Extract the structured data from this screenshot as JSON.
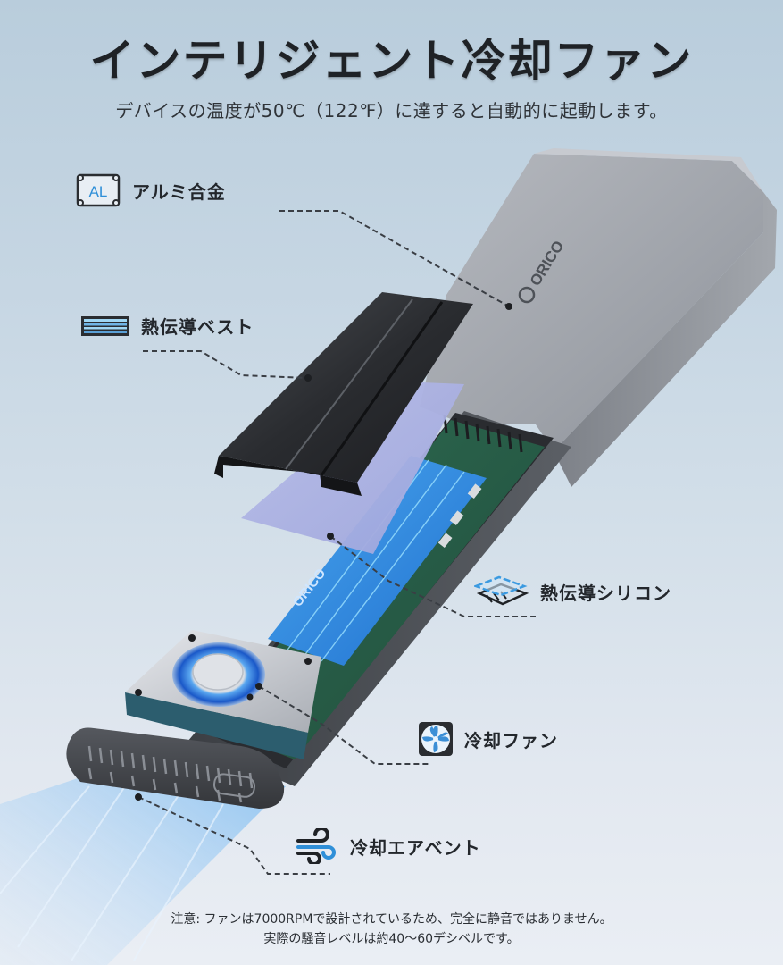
{
  "header": {
    "title": "インテリジェント冷却ファン",
    "subtitle": "デバイスの温度が50℃（122℉）に達すると自動的に起動します。"
  },
  "product": {
    "brand_logo": "ORICO",
    "pcb_label": "ORICO"
  },
  "callouts": [
    {
      "id": "aluminum",
      "label": "アルミ合金",
      "icon": "aluminum-al-icon",
      "icon_text": "AL"
    },
    {
      "id": "thermal-vest",
      "label": "熱伝導ベスト",
      "icon": "heat-sink-vest-icon"
    },
    {
      "id": "thermal-silicone",
      "label": "熱伝導シリコン",
      "icon": "thermal-pad-layers-icon"
    },
    {
      "id": "cooling-fan",
      "label": "冷却ファン",
      "icon": "fan-icon"
    },
    {
      "id": "air-vent",
      "label": "冷却エアベント",
      "icon": "wind-icon"
    }
  ],
  "note": {
    "line1": "注意: ファンは7000RPMで設計されているため、完全に静音ではありません。",
    "line2": "実際の騒音レベルは約40～60デシベルです。"
  },
  "colors": {
    "background_top": "#b9cddc",
    "background_bottom": "#eaeef4",
    "accent_blue": "#2f8fd8",
    "text_dark": "#1f2226"
  }
}
